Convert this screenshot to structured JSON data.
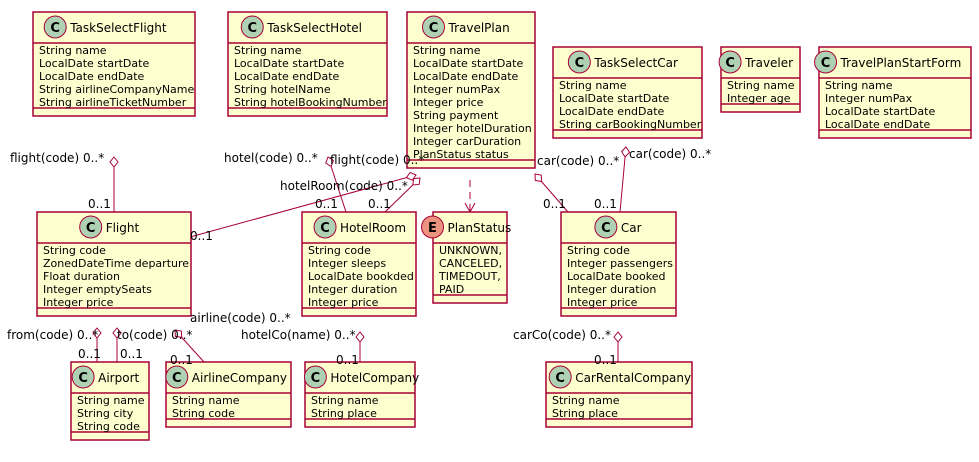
{
  "classes": {
    "TaskSelectFlight": {
      "stereotype": "C",
      "name": "TaskSelectFlight",
      "attrs": [
        "String name",
        "LocalDate startDate",
        "LocalDate endDate",
        "String airlineCompanyName",
        "String airlineTicketNumber"
      ]
    },
    "TaskSelectHotel": {
      "stereotype": "C",
      "name": "TaskSelectHotel",
      "attrs": [
        "String name",
        "LocalDate startDate",
        "LocalDate endDate",
        "String hotelName",
        "String hotelBookingNumber"
      ]
    },
    "TravelPlan": {
      "stereotype": "C",
      "name": "TravelPlan",
      "attrs": [
        "String name",
        "LocalDate startDate",
        "LocalDate endDate",
        "Integer numPax",
        "Integer price",
        "String payment",
        "Integer hotelDuration",
        "Integer carDuration",
        "PlanStatus status"
      ]
    },
    "TaskSelectCar": {
      "stereotype": "C",
      "name": "TaskSelectCar",
      "attrs": [
        "String name",
        "LocalDate startDate",
        "LocalDate endDate",
        "String carBookingNumber"
      ]
    },
    "Traveler": {
      "stereotype": "C",
      "name": "Traveler",
      "attrs": [
        "String name",
        "Integer age"
      ]
    },
    "TravelPlanStartForm": {
      "stereotype": "C",
      "name": "TravelPlanStartForm",
      "attrs": [
        "String name",
        "Integer numPax",
        "LocalDate startDate",
        "LocalDate endDate"
      ]
    },
    "Flight": {
      "stereotype": "C",
      "name": "Flight",
      "attrs": [
        "String code",
        "ZonedDateTime departure",
        "Float duration",
        "Integer emptySeats",
        "Integer price"
      ]
    },
    "HotelRoom": {
      "stereotype": "C",
      "name": "HotelRoom",
      "attrs": [
        "String code",
        "Integer sleeps",
        "LocalDate bookded",
        "Integer duration",
        "Integer price"
      ]
    },
    "PlanStatus": {
      "stereotype": "E",
      "name": "PlanStatus",
      "attrs": [
        "UNKNOWN,",
        "CANCELED,",
        "TIMEDOUT,",
        "PAID"
      ]
    },
    "Car": {
      "stereotype": "C",
      "name": "Car",
      "attrs": [
        "String code",
        "Integer passengers",
        "LocalDate booked",
        "Integer duration",
        "Integer price"
      ]
    },
    "Airport": {
      "stereotype": "C",
      "name": "Airport",
      "attrs": [
        "String name",
        "String city",
        "String code"
      ]
    },
    "AirlineCompany": {
      "stereotype": "C",
      "name": "AirlineCompany",
      "attrs": [
        "String name",
        "String code"
      ]
    },
    "HotelCompany": {
      "stereotype": "C",
      "name": "HotelCompany",
      "attrs": [
        "String name",
        "String place"
      ]
    },
    "CarRentalCompany": {
      "stereotype": "C",
      "name": "CarRentalCompany",
      "attrs": [
        "String name",
        "String place"
      ]
    }
  },
  "relations": [
    {
      "from": "TaskSelectFlight",
      "to": "Flight",
      "from_label": "flight(code) 0..*",
      "to_label": "0..1"
    },
    {
      "from": "TaskSelectHotel",
      "to": "HotelRoom",
      "from_label": "hotel(code) 0..*",
      "to_label": "0..1"
    },
    {
      "from": "TravelPlan",
      "to": "Flight",
      "from_label": "flight(code) 0..*",
      "to_label": "0..1"
    },
    {
      "from": "TravelPlan",
      "to": "HotelRoom",
      "from_label": "hotelRoom(code) 0..*",
      "to_label": "0..1"
    },
    {
      "from": "TravelPlan",
      "to": "PlanStatus",
      "from_label": "",
      "to_label": ""
    },
    {
      "from": "TravelPlan",
      "to": "Car",
      "from_label": "car(code) 0..*",
      "to_label": "0..1"
    },
    {
      "from": "TaskSelectCar",
      "to": "Car",
      "from_label": "car(code) 0..*",
      "to_label": "0..1"
    },
    {
      "from": "Flight",
      "to": "Airport",
      "from_label": "from(code) 0..*",
      "to_label": "0..1"
    },
    {
      "from": "Flight",
      "to": "Airport",
      "from_label": "to(code) 0..*",
      "to_label": "0..1"
    },
    {
      "from": "Flight",
      "to": "AirlineCompany",
      "from_label": "airline(code) 0..*",
      "to_label": "0..1"
    },
    {
      "from": "HotelRoom",
      "to": "HotelCompany",
      "from_label": "hotelCo(name) 0..*",
      "to_label": "0..1"
    },
    {
      "from": "Car",
      "to": "CarRentalCompany",
      "from_label": "carCo(code) 0..*",
      "to_label": "0..1"
    }
  ],
  "colors": {
    "class_fill": "#FEFECE",
    "border": "#A80036",
    "class_circle": "#ADD1B2",
    "enum_circle": "#EB937F"
  }
}
